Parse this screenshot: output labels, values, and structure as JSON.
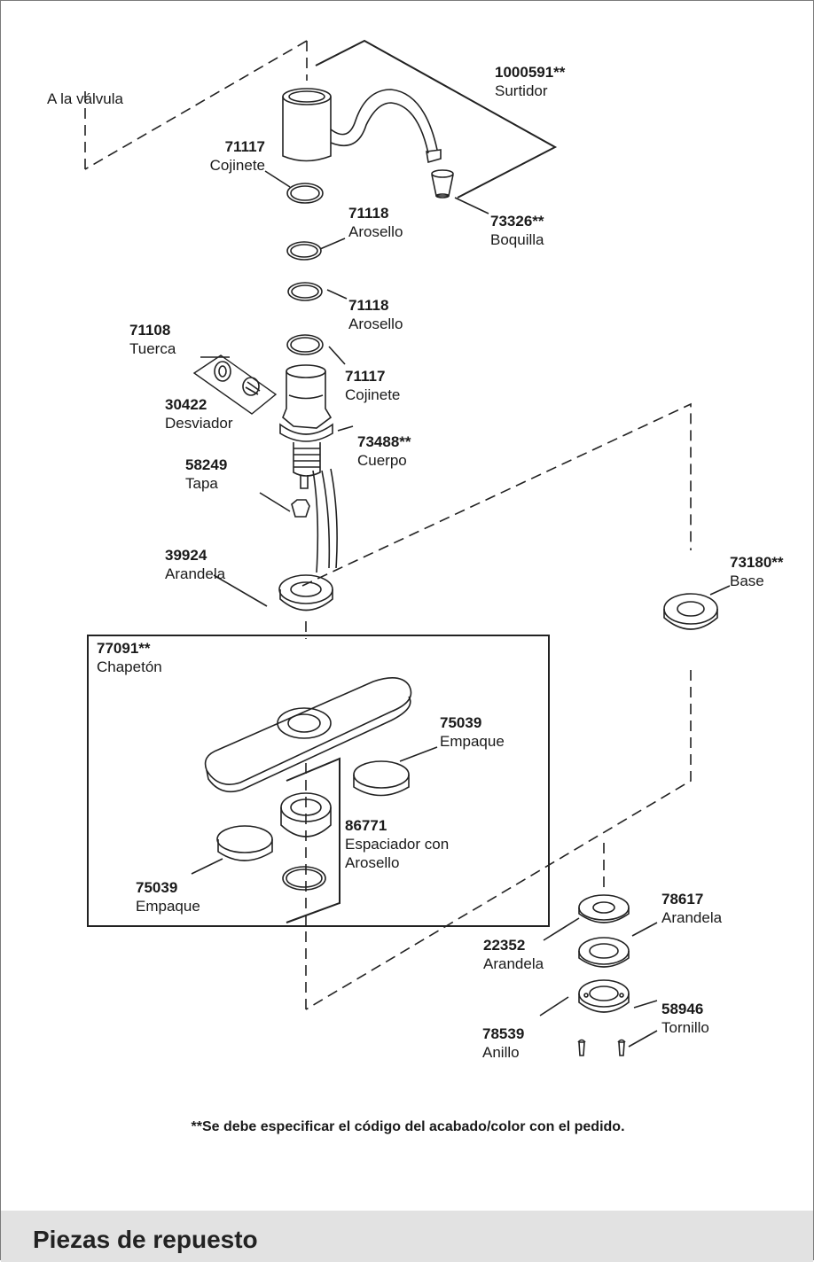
{
  "diagram": {
    "valve_label": "A la válvula",
    "parts": {
      "spout": {
        "number": "1000591**",
        "name": "Surtidor"
      },
      "bearing1": {
        "number": "71117",
        "name": "Cojinete"
      },
      "oring1": {
        "number": "71118",
        "name": "Arosello"
      },
      "oring2": {
        "number": "71118",
        "name": "Arosello"
      },
      "aerator": {
        "number": "73326**",
        "name": "Boquilla"
      },
      "nut": {
        "number": "71108",
        "name": "Tuerca"
      },
      "bearing2": {
        "number": "71117",
        "name": "Cojinete"
      },
      "diverter": {
        "number": "30422",
        "name": "Desviador"
      },
      "body": {
        "number": "73488**",
        "name": "Cuerpo"
      },
      "cap": {
        "number": "58249",
        "name": "Tapa"
      },
      "washer1": {
        "number": "39924",
        "name": "Arandela"
      },
      "base": {
        "number": "73180**",
        "name": "Base"
      },
      "escutcheon": {
        "number": "77091**",
        "name": "Chapetón"
      },
      "gasket1": {
        "number": "75039",
        "name": "Empaque"
      },
      "spacer": {
        "number": "86771",
        "name1": "Espaciador con",
        "name2": "Arosello"
      },
      "gasket2": {
        "number": "75039",
        "name": "Empaque"
      },
      "washer2": {
        "number": "78617",
        "name": "Arandela"
      },
      "washer3": {
        "number": "22352",
        "name": "Arandela"
      },
      "screw": {
        "number": "58946",
        "name": "Tornillo"
      },
      "ring": {
        "number": "78539",
        "name": "Anillo"
      }
    }
  },
  "footnote": "**Se debe especificar el código del acabado/color con el pedido.",
  "section_title": "Piezas de repuesto"
}
